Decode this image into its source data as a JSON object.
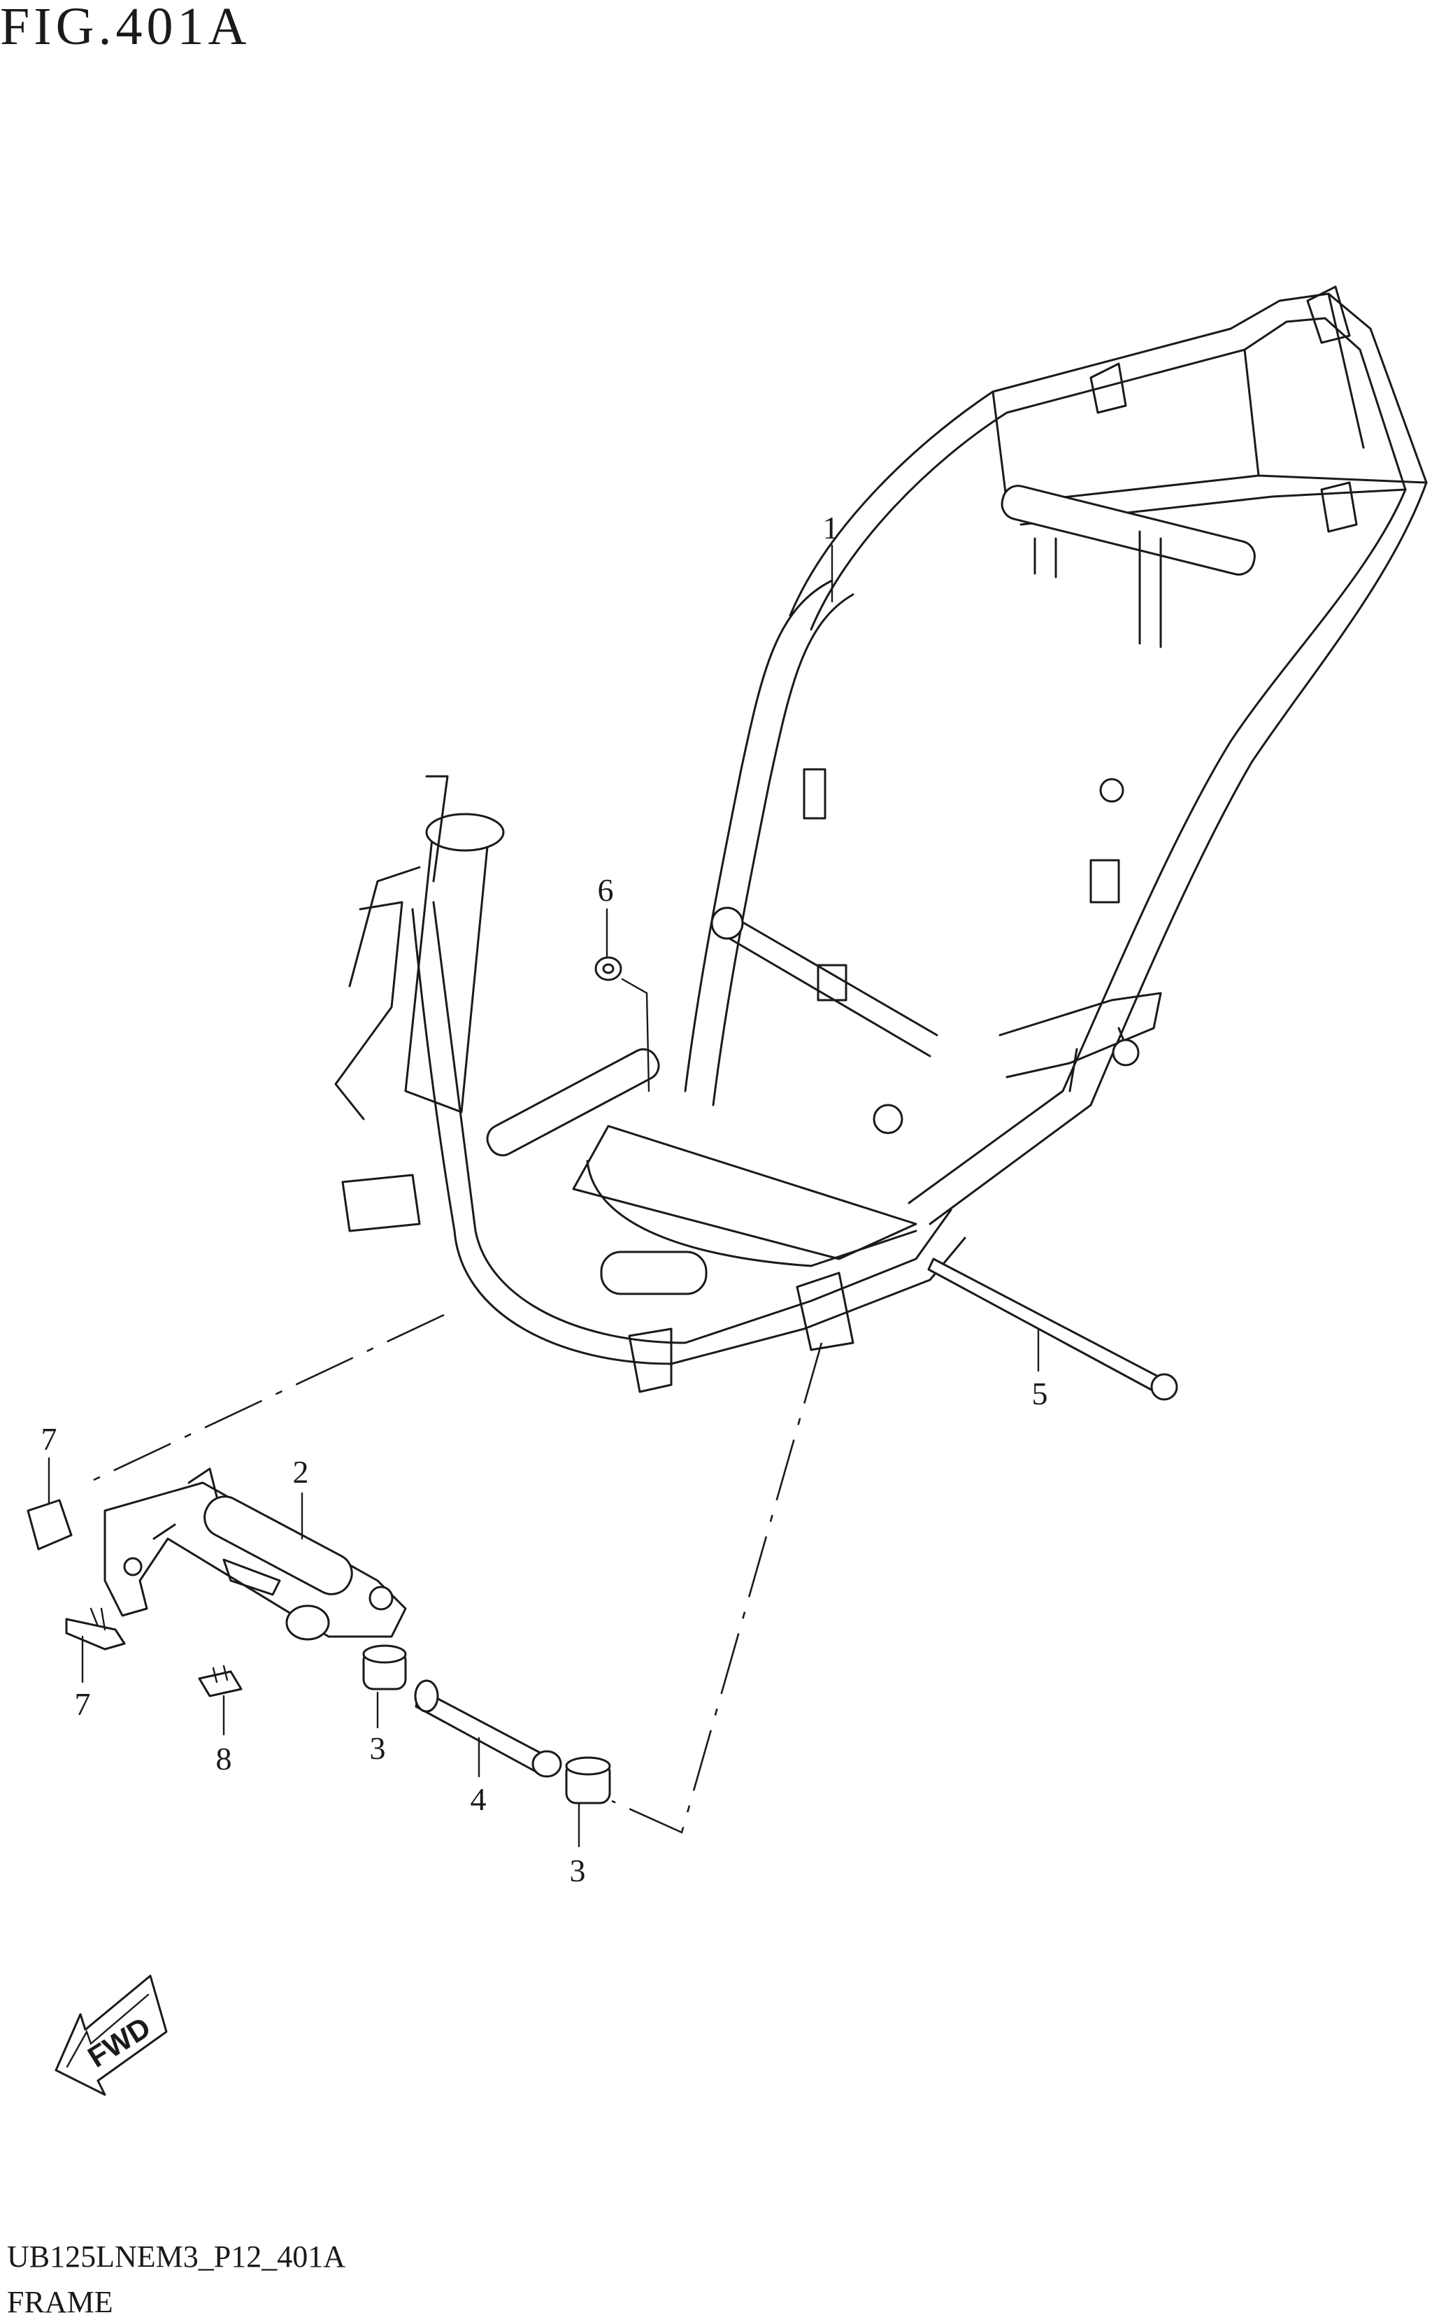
{
  "figure": {
    "title": "FIG.401A",
    "code": "UB125LNEM3_P12_401A",
    "caption": "FRAME"
  },
  "callouts": [
    {
      "id": "1",
      "label": "1"
    },
    {
      "id": "2",
      "label": "2"
    },
    {
      "id": "3a",
      "label": "3"
    },
    {
      "id": "3b",
      "label": "3"
    },
    {
      "id": "4",
      "label": "4"
    },
    {
      "id": "5",
      "label": "5"
    },
    {
      "id": "6",
      "label": "6"
    },
    {
      "id": "7a",
      "label": "7"
    },
    {
      "id": "7b",
      "label": "7"
    },
    {
      "id": "8",
      "label": "8"
    }
  ],
  "direction_badge": {
    "label": "FWD",
    "icon": "forward-arrow-icon"
  }
}
